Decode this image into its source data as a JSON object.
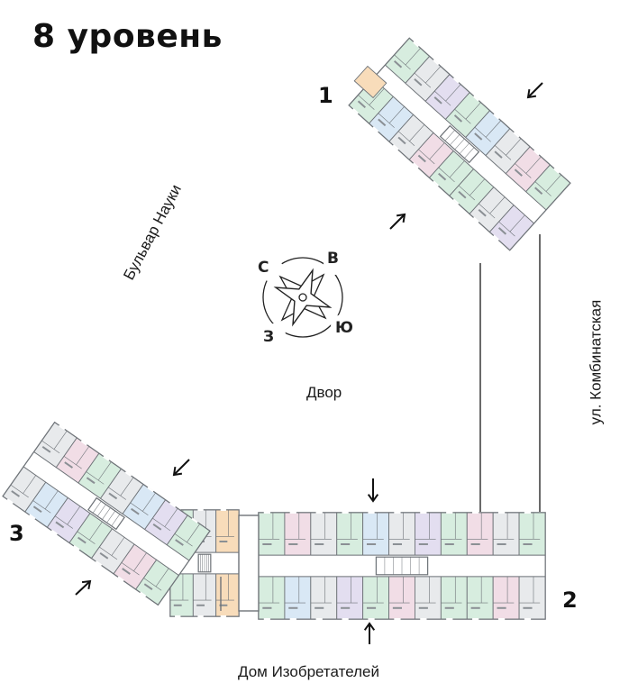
{
  "level_title": "8 уровень",
  "buildings": {
    "b1": "1",
    "b2": "2",
    "b3": "3"
  },
  "streets": {
    "boulevard": "Бульвар Науки",
    "kombinatskaya": "ул. Комбинатская",
    "house": "Дом Изобретателей"
  },
  "yard": "Двор",
  "compass": {
    "north": "С",
    "east": "В",
    "south": "Ю",
    "west": "З"
  },
  "colors": {
    "wall": "#6e7378",
    "green": "#d7eddf",
    "blue": "#d9e8f5",
    "pink": "#f1dde6",
    "purple": "#e3def0",
    "orange": "#f8dcba",
    "gray": "#e8eaec"
  }
}
